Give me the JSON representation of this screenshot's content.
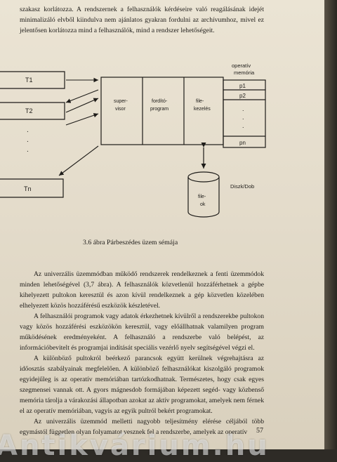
{
  "top_paragraph": "szakasz korlátozza. A rendszernek a felhasználók kérdéseire való reagálásának idejét minimalizáló elvből kiindulva nem ajánlatos gyakran fordulni az archívumhoz, mivel ez jelentősen korlátozza mind a felhasználók, mind a rendszer lehetőségeit.",
  "diagram": {
    "terminals": [
      "T1",
      "T2",
      "Tn"
    ],
    "dots": [
      ".",
      ".",
      "."
    ],
    "modules": {
      "supervisor": [
        "super-",
        "visor"
      ],
      "translator": [
        "fordító-",
        "program"
      ],
      "file_handling": [
        "file-",
        "kezelés"
      ]
    },
    "memory_title": [
      "operatív",
      "memória"
    ],
    "memory_cells": [
      "p1",
      "p2",
      "pn"
    ],
    "disk_label": [
      "file-",
      "ok"
    ],
    "disk_caption": "Diszk/Dob"
  },
  "caption": "3.6 ábra Párbeszédes üzem sémája",
  "body_paragraphs": [
    "Az univerzális üzemmódban működő rendszerek rendelkeznek a fenti üzemmódok minden lehetőségével (3,7 ábra). A felhasználók közvetlenül hozzáférhetnek a gépbe kihelyezett pultokon keresztül és azon kívül rendelkeznek a gép közvetlen közelében elhelyezett közös hozzáférésű eszközök készletével.",
    "A felhasználói programok vagy adatok érkezhetnek kívülről a rendszerekbe pultokon vagy közös hozzáférési eszközökön keresztül, vagy előállhatnak valamilyen program működésének eredményeként. A felhasználó a rendszerbe való belépést, az információbevitelt és programjai indítását speciális vezérlő nyelv segítségével végzi el.",
    "A különböző pultokról beérkező parancsok együtt kerülnek végrehajtásra az időosztás szabályainak megfelelően. A különböző felhasználókat kiszolgáló programok egyidejűleg is az operatív memóriában tartózkodhatnak. Természetes, hogy csak egyes szegmensei vannak ott. A gyors mágnesdob formájában képezett segéd- vagy közbenső memória tárolja a várakozási állapotban azokat az aktív programokat, amelyek nem férnek el az operatív memóriában, vagyis az egyik pultról bekért programokat.",
    "Az univerzális üzemmód melletti nagyobb teljesítmény elérése céljából több egymástól független olyan folyamatot vesznek fel a rendszerbe, amelyek az operatív"
  ],
  "page_number": "57",
  "watermark": "Antikvárium.hu"
}
